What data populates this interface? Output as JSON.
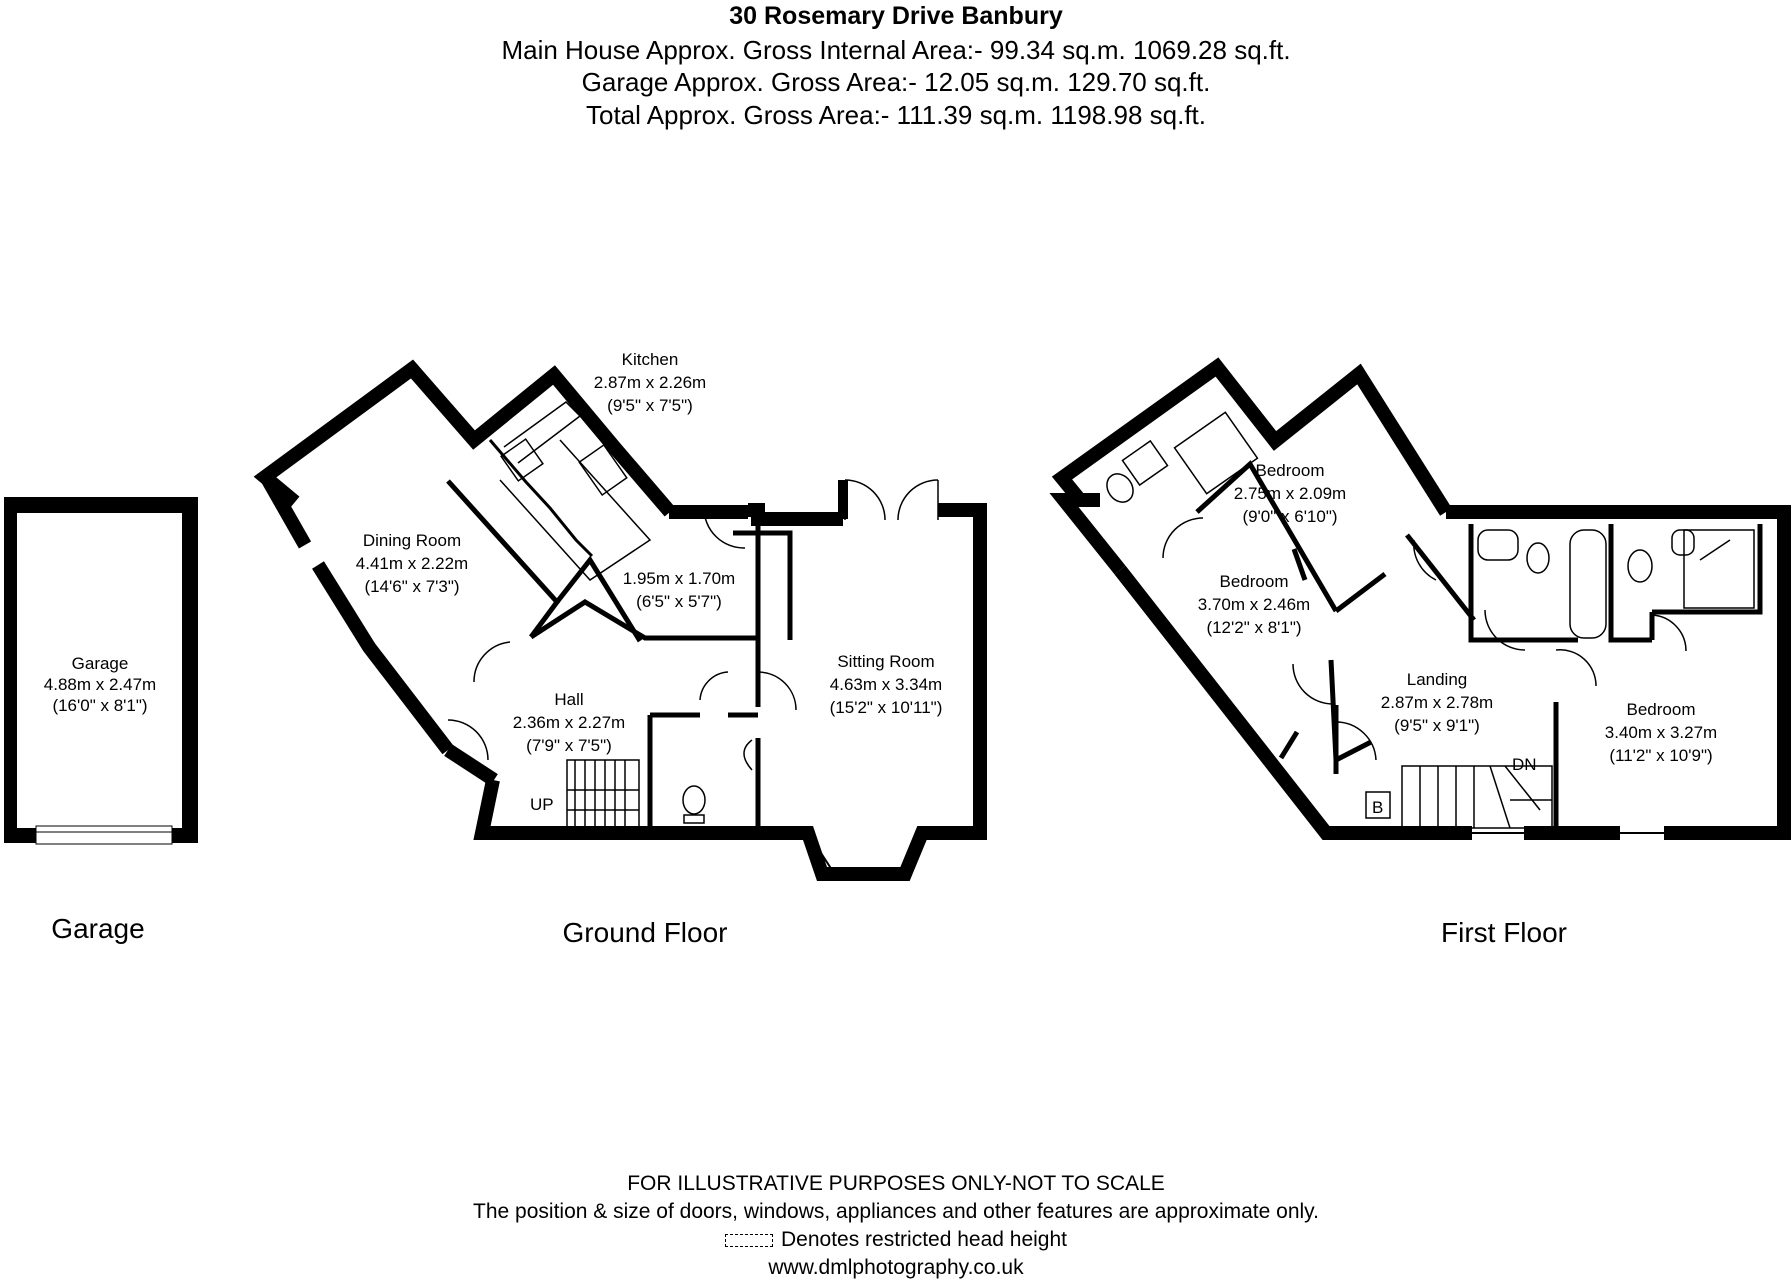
{
  "header": {
    "title": "30 Rosemary Drive Banbury",
    "main_area": "Main House Approx. Gross Internal Area:- 99.34 sq.m. 1069.28 sq.ft.",
    "garage_area": "Garage Approx. Gross Area:- 12.05 sq.m. 129.70 sq.ft.",
    "total_area": "Total Approx. Gross Area:- 111.39 sq.m. 1198.98 sq.ft."
  },
  "garage": {
    "name": "Garage",
    "dim_m": "4.88m x 2.47m",
    "dim_ft": "(16'0\" x 8'1\")",
    "floor_label": "Garage"
  },
  "ground": {
    "floor_label": "Ground Floor",
    "kitchen": {
      "name": "Kitchen",
      "dim_m": "2.87m x 2.26m",
      "dim_ft": "(9'5\" x 7'5\")"
    },
    "dining": {
      "name": "Dining Room",
      "dim_m": "4.41m x 2.22m",
      "dim_ft": "(14'6\" x 7'3\")"
    },
    "utility": {
      "dim_m": "1.95m x 1.70m",
      "dim_ft": "(6'5\" x 5'7\")"
    },
    "sitting": {
      "name": "Sitting Room",
      "dim_m": "4.63m x 3.34m",
      "dim_ft": "(15'2\" x 10'11\")"
    },
    "hall": {
      "name": "Hall",
      "dim_m": "2.36m x 2.27m",
      "dim_ft": "(7'9\" x 7'5\")"
    },
    "stairs_up": "UP"
  },
  "first": {
    "floor_label": "First Floor",
    "bedroom_top": {
      "name": "Bedroom",
      "dim_m": "2.75m x 2.09m",
      "dim_ft": "(9'0\" x 6'10\")"
    },
    "bedroom_left": {
      "name": "Bedroom",
      "dim_m": "3.70m x 2.46m",
      "dim_ft": "(12'2\" x 8'1\")"
    },
    "landing": {
      "name": "Landing",
      "dim_m": "2.87m x 2.78m",
      "dim_ft": "(9'5\" x 9'1\")"
    },
    "bedroom_right": {
      "name": "Bedroom",
      "dim_m": "3.40m x 3.27m",
      "dim_ft": "(11'2\" x 10'9\")"
    },
    "stairs_down": "DN",
    "boiler": "B"
  },
  "footer": {
    "disclaimer": "FOR ILLUSTRATIVE PURPOSES ONLY-NOT TO SCALE",
    "note": "The position & size of doors, windows, appliances and other features are approximate only.",
    "legend": "Denotes restricted head height",
    "website": "www.dmlphotography.co.uk"
  }
}
